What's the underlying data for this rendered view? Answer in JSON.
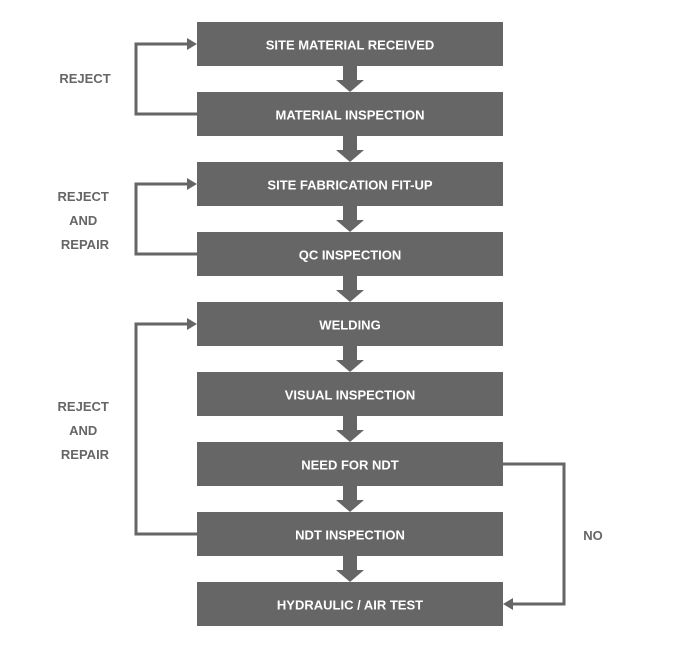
{
  "colors": {
    "box_fill": "#666666",
    "box_text": "#ffffff",
    "connector": "#666666",
    "label_text": "#666666"
  },
  "steps": [
    {
      "label": "SITE MATERIAL RECEIVED"
    },
    {
      "label": "MATERIAL INSPECTION"
    },
    {
      "label": "SITE FABRICATION FIT-UP"
    },
    {
      "label": "QC INSPECTION"
    },
    {
      "label": "WELDING"
    },
    {
      "label": "VISUAL INSPECTION"
    },
    {
      "label": "NEED FOR NDT"
    },
    {
      "label": "NDT INSPECTION"
    },
    {
      "label": "HYDRAULIC / AIR TEST"
    }
  ],
  "loops": [
    {
      "from_step": 1,
      "to_step": 0,
      "label_lines": [
        "REJECT"
      ]
    },
    {
      "from_step": 3,
      "to_step": 2,
      "label_lines": [
        "REJECT",
        "AND",
        "REPAIR"
      ]
    },
    {
      "from_step": 7,
      "to_step": 4,
      "label_lines": [
        "REJECT",
        "AND",
        "REPAIR"
      ]
    }
  ],
  "bypass": {
    "from_step": 6,
    "to_step": 8,
    "label": "NO"
  }
}
